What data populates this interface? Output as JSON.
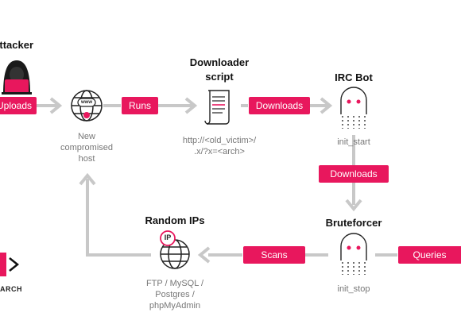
{
  "nodes": {
    "attacker": {
      "title": "Attacker"
    },
    "new_host": {
      "label": "New\ncompromised\nhost"
    },
    "downloader": {
      "title": "Downloader\nscript",
      "url": "http://<old_victim>/\n.x/?x=<arch>"
    },
    "irc_bot": {
      "title": "IRC Bot",
      "state": "init_start"
    },
    "bruteforcer": {
      "title": "Bruteforcer",
      "state": "init_stop"
    },
    "random_ips": {
      "title": "Random IPs",
      "targets": "FTP / MySQL /\nPostgres /\nphpMyAdmin"
    }
  },
  "edges": {
    "uploads": "Uploads",
    "runs": "Runs",
    "downloads_1": "Downloads",
    "downloads_2": "Downloads",
    "scans": "Scans",
    "queries": "Queries"
  },
  "icons": {
    "www_badge": "www",
    "ip_badge": "IP"
  },
  "logo": {
    "text": "ARCH"
  },
  "colors": {
    "accent": "#e8175d",
    "arrow": "#c8c8c8",
    "text": "#111111",
    "subtext": "#777777"
  }
}
